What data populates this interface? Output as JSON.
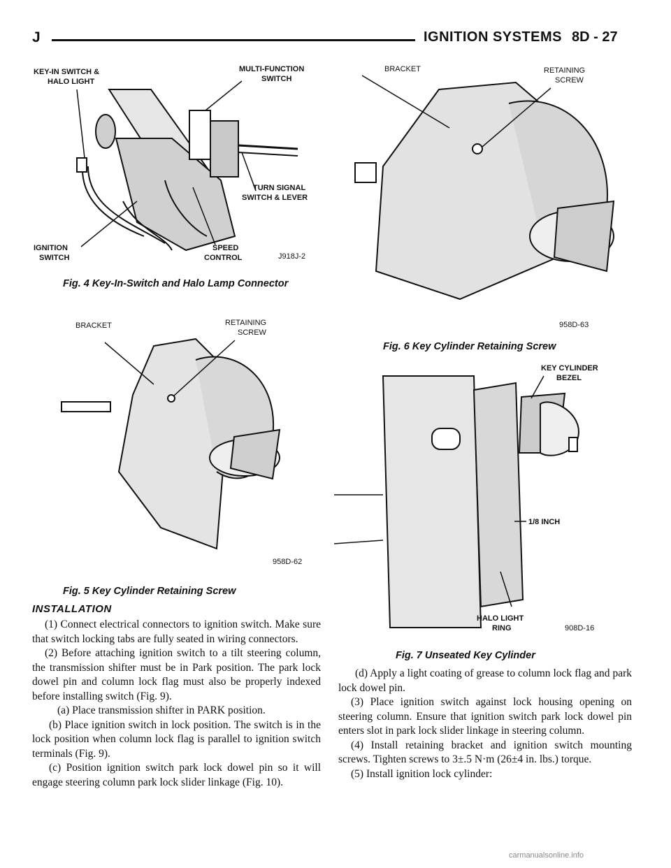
{
  "header": {
    "section_letter": "J",
    "title": "IGNITION SYSTEMS",
    "page": "8D - 27"
  },
  "fig4": {
    "labels": {
      "key_in_1": "KEY-IN SWITCH &",
      "key_in_2": "HALO LIGHT",
      "multi_1": "MULTI-FUNCTION",
      "multi_2": "SWITCH",
      "turn_1": "TURN SIGNAL",
      "turn_2": "SWITCH & LEVER",
      "ign_1": "IGNITION",
      "ign_2": "SWITCH",
      "speed_1": "SPEED",
      "speed_2": "CONTROL"
    },
    "code": "J918J-2",
    "caption": "Fig. 4 Key-In-Switch and Halo Lamp Connector"
  },
  "fig5": {
    "labels": {
      "bracket": "BRACKET",
      "ret_1": "RETAINING",
      "ret_2": "SCREW"
    },
    "code": "958D-62",
    "caption": "Fig. 5 Key Cylinder Retaining Screw"
  },
  "fig6": {
    "labels": {
      "bracket": "BRACKET",
      "ret_1": "RETAINING",
      "ret_2": "SCREW"
    },
    "code": "958D-63",
    "caption": "Fig. 6 Key Cylinder Retaining Screw"
  },
  "fig7": {
    "labels": {
      "bezel_1": "KEY CYLINDER",
      "bezel_2": "BEZEL",
      "inch": "1/8 INCH",
      "halo_1": "HALO LIGHT",
      "halo_2": "RING"
    },
    "code": "908D-16",
    "caption": "Fig. 7 Unseated Key Cylinder"
  },
  "section_heading": "INSTALLATION",
  "left_column": [
    "(1) Connect electrical connectors to ignition switch. Make sure that switch locking tabs are fully seated in wiring connectors.",
    "(2) Before attaching ignition switch to a tilt steering column, the transmission shifter must be in Park position. The park lock dowel pin and column lock flag must also be properly indexed before installing switch (Fig. 9).",
    "(a) Place transmission shifter in PARK position.",
    "(b) Place ignition switch in lock position. The switch is in the lock position when column lock flag is parallel to ignition switch terminals (Fig. 9).",
    "(c) Position ignition switch park lock dowel pin so it will engage steering column park lock slider linkage (Fig. 10)."
  ],
  "right_column": [
    "(d) Apply a light coating of grease to column lock flag and park lock dowel pin.",
    "(3) Place ignition switch against lock housing opening on steering column. Ensure that ignition switch park lock dowel pin enters slot in park lock slider linkage in steering column.",
    "(4) Install retaining bracket and ignition switch mounting screws. Tighten screws to 3±.5 N·m (26±4 in. lbs.) torque.",
    "(5) Install ignition lock cylinder:"
  ],
  "watermark": "carmanualsonline.info"
}
